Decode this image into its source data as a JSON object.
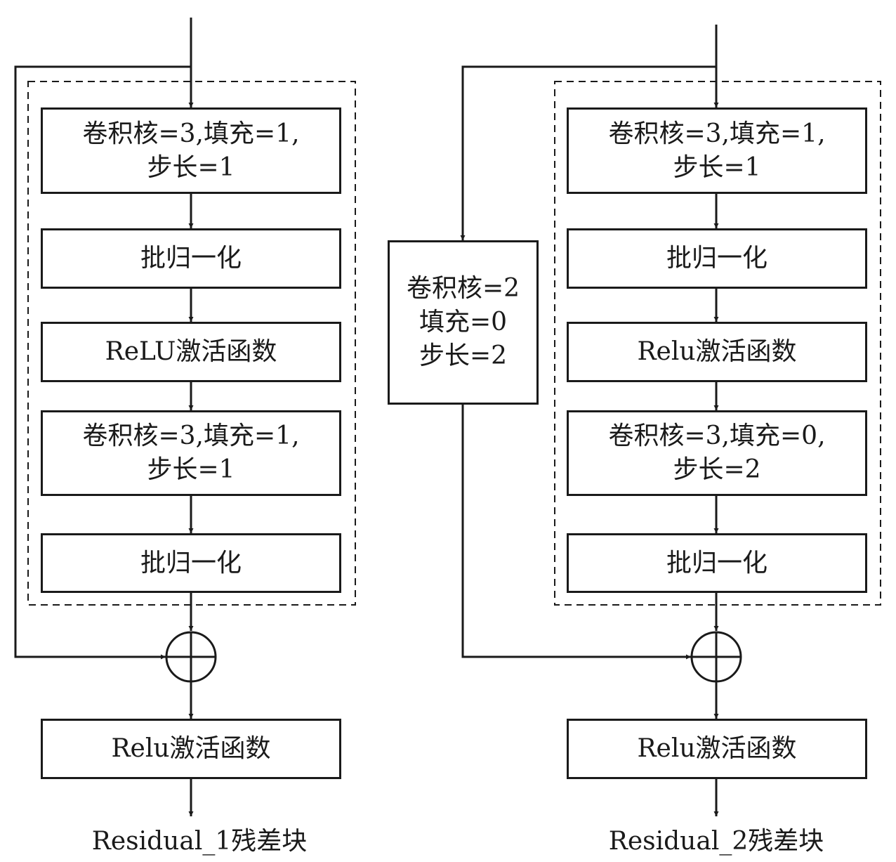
{
  "colors": {
    "stroke": "#1a1a1a",
    "background": "#ffffff"
  },
  "icons": {
    "sum": "circle-plus-icon",
    "arrow": "arrowhead-icon"
  },
  "left_block": {
    "conv1": {
      "line1": "卷积核=3,填充=1,",
      "line2": "步长=1"
    },
    "bn1": "批归一化",
    "relu": "ReLU激活函数",
    "conv2": {
      "line1": "卷积核=3,填充=1,",
      "line2": "步长=1"
    },
    "bn2": "批归一化",
    "out_relu": "Relu激活函数",
    "caption": "Residual_1残差块"
  },
  "shortcut_conv": {
    "line1": "卷积核=2",
    "line2": "填充=0",
    "line3": "步长=2"
  },
  "right_block": {
    "conv1": {
      "line1": "卷积核=3,填充=1,",
      "line2": "步长=1"
    },
    "bn1": "批归一化",
    "relu": "Relu激活函数",
    "conv2": {
      "line1": "卷积核=3,填充=0,",
      "line2": "步长=2"
    },
    "bn2": "批归一化",
    "out_relu": "Relu激活函数",
    "caption": "Residual_2残差块"
  }
}
